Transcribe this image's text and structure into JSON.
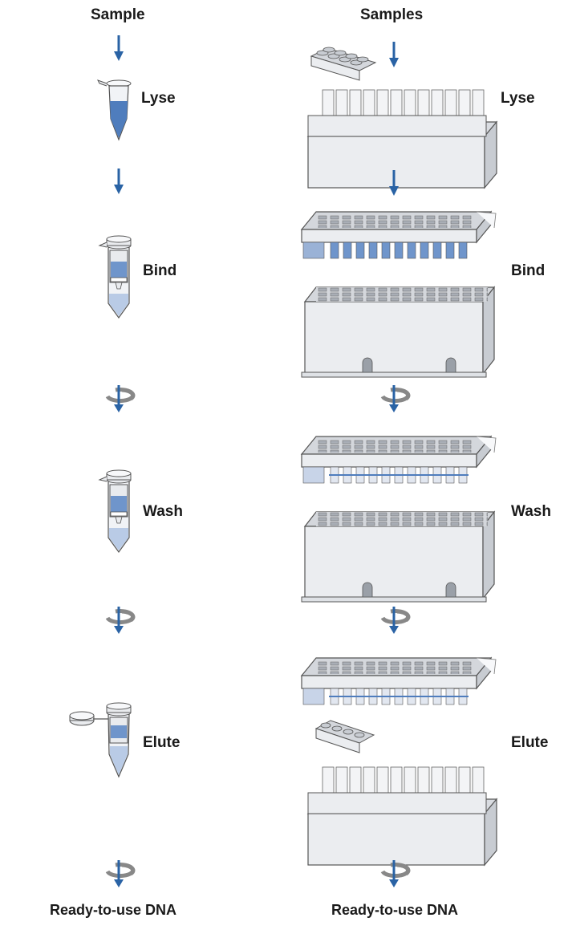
{
  "tube_column": {
    "header": "Sample",
    "steps": [
      "Lyse",
      "Bind",
      "Wash",
      "Elute"
    ],
    "footer": "Ready-to-use DNA"
  },
  "plate_column": {
    "header": "Samples",
    "steps": [
      "Lyse",
      "Bind",
      "Wash",
      "Elute"
    ],
    "footer": "Ready-to-use DNA"
  },
  "colors": {
    "arrow": "#2a63a5",
    "liquid": "#4f7dbd",
    "liquid_light": "#b9cbe6",
    "plastic": "#e9ebee",
    "outline": "#555555"
  },
  "icons": [
    "down-arrow-icon",
    "centrifuge-icon",
    "tube-icon",
    "spin-column-icon",
    "plate-icon",
    "strip-tubes-icon"
  ]
}
